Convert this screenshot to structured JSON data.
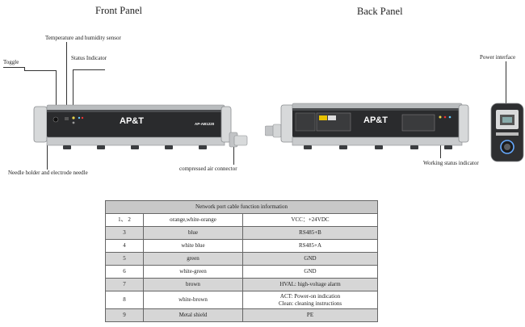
{
  "panels": {
    "front_title": "Front Panel",
    "back_title": "Back Panel"
  },
  "labels": {
    "temp_sensor": "Temperature and humidity sensor",
    "toggle": "Toggle",
    "status_indicator": "Status Indicator",
    "needle_holder": "Needle holder and electrode needle",
    "air_connector": "compressed air connector",
    "power_interface": "Power interface",
    "working_status": "Working status indicator"
  },
  "device": {
    "brand": "AP&T",
    "model": "AP-AB1220"
  },
  "table": {
    "title": "Network port cable function information",
    "rows": [
      {
        "pin": "1、 2",
        "color": "orange,white-orange",
        "function": "VCC：+24VDC"
      },
      {
        "pin": "3",
        "color": "blue",
        "function": "RS485+B"
      },
      {
        "pin": "4",
        "color": "white blue",
        "function": "RS485+A"
      },
      {
        "pin": "5",
        "color": "green",
        "function": "GND"
      },
      {
        "pin": "6",
        "color": "white-green",
        "function": "GND"
      },
      {
        "pin": "7",
        "color": "brown",
        "function": "HVAL: high-voltage alarm"
      },
      {
        "pin": "8",
        "color": "white-brown",
        "function": "ACT: Power-on indication",
        "function2": "Clean: cleaning instructions"
      },
      {
        "pin": "9",
        "color": "Metal shield",
        "function": "PE"
      }
    ]
  }
}
